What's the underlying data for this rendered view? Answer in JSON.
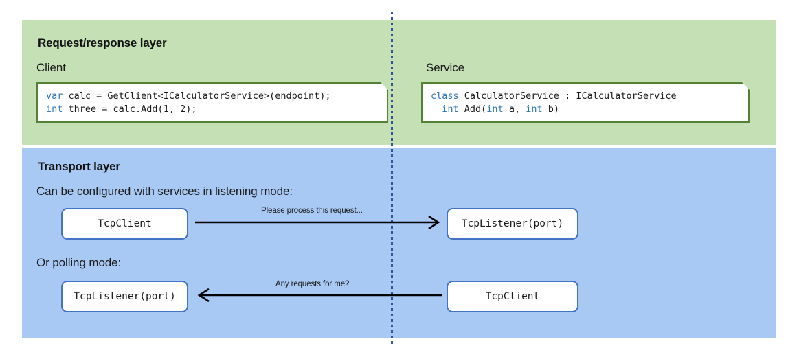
{
  "diagram": {
    "divider": {
      "name": "client-service-divider",
      "color": "#2F5597",
      "style": "dotted"
    },
    "layers": [
      {
        "id": "request-response",
        "title": "Request/response layer",
        "background": "#C5E0B4",
        "border_color": "#548235",
        "columns": [
          {
            "label": "Client",
            "code_lines": [
              {
                "keyword": "var",
                "rest": " calc = GetClient<ICalculatorService>(endpoint);"
              },
              {
                "keyword": "int",
                "rest": " three = calc.Add(1, 2);"
              }
            ]
          },
          {
            "label": "Service",
            "code_lines": [
              {
                "keyword": "class",
                "rest": " CalculatorService : ICalculatorService"
              },
              {
                "keyword": "int",
                "rest": " Add(",
                "keyword2": "int",
                "rest2": " a, ",
                "keyword3": "int",
                "rest3": " b)",
                "indent": "  "
              }
            ]
          }
        ]
      },
      {
        "id": "transport",
        "title": "Transport layer",
        "background": "#A9C9F5",
        "node_border_color": "#4472C4",
        "rows": [
          {
            "caption": "Can be configured with services in listening mode:",
            "left_node": "TcpClient",
            "right_node": "TcpListener(port)",
            "arrow_label": "Please process this request...",
            "arrow_direction": "right"
          },
          {
            "caption": "Or polling mode:",
            "left_node": "TcpListener(port)",
            "right_node": "TcpClient",
            "arrow_label": "Any requests for me?",
            "arrow_direction": "left"
          }
        ]
      }
    ],
    "keyword_color": "#2E75B6"
  }
}
